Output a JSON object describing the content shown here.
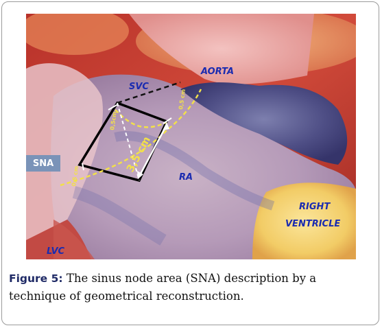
{
  "figure": {
    "caption_label": "Figure 5:",
    "caption_text": " The sinus node area (SNA) description by a technique of geometrical reconstruction."
  },
  "photo_labels": {
    "aorta": "AORTA",
    "svc": "SVC",
    "ra": "RA",
    "right": "RIGHT",
    "ventricle": "VENTRICLE",
    "lvc": "LVC",
    "sna": "SNA"
  },
  "measurements": {
    "diagonal": "3,5 cm",
    "top_left": "0,5cm",
    "top_right": "0,5 cm",
    "left": "0,5 cm"
  },
  "colors": {
    "label_blue": "#1a2bb0",
    "measure_yellow": "#f2e04a",
    "sna_box": "#7a93b8",
    "caption_label": "#1f2a66"
  }
}
